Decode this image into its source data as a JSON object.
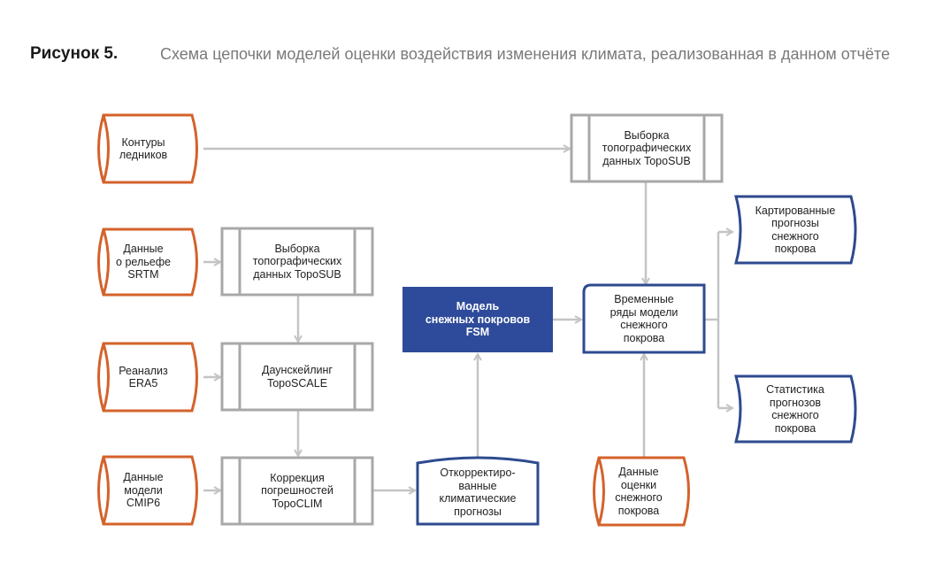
{
  "figure": {
    "label": "Рисунок 5.",
    "caption": "Схема цепочки моделей оценки воздействия изменения климата, реализованная в данном отчёте"
  },
  "colors": {
    "input_orange": "#d4622b",
    "output_blue": "#2e4a8f",
    "process_gray": "#a8a8a8",
    "model_fill": "#2e4a9a",
    "arrow": "#c4c4c4"
  },
  "nodes": {
    "glacier_contours": "Контуры\nледников",
    "srtm": "Данные\nо рельефе\nSRTM",
    "era5": "Реанализ\nERA5",
    "cmip6": "Данные\nмодели\nCMIP6",
    "toposub_left": "Выборка\nтопографических\nданных TopoSUB",
    "toposcale": "Даунскейлинг\nTopoSCALE",
    "topoclim": "Коррекция\nпогрешностей\nTopoCLIM",
    "corrected_forecasts": "Откорректиро-\nванные\nклиматические\nпрогнозы",
    "fsm_model": "Модель\nснежных покровов\nFSM",
    "toposub_top": "Выборка\nтопографических\nданных TopoSUB",
    "snow_time_series": "Временные\nряды модели\nснежного\nпокрова",
    "snow_estimates": "Данные\nоценки\nснежного\nпокрова",
    "mapped_forecasts": "Картированные\nпрогнозы\nснежного\nпокрова",
    "forecast_statistics": "Статистика\nпрогнозов\nснежного\nпокрова"
  }
}
